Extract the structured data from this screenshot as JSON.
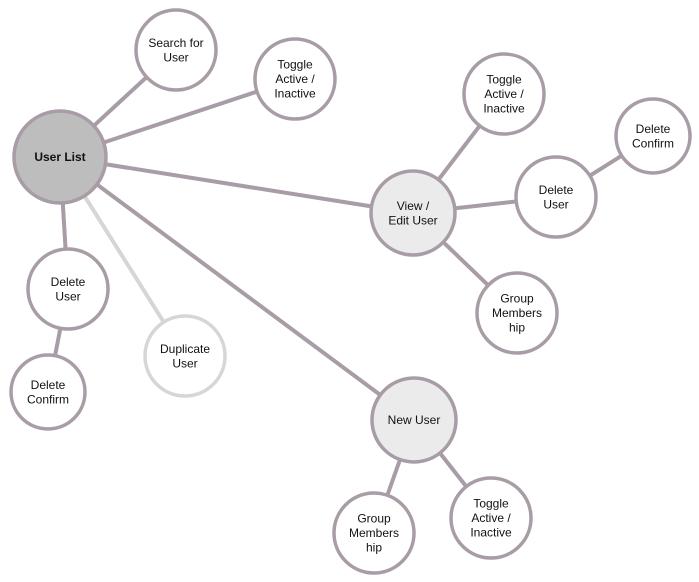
{
  "nodes": [
    {
      "id": "user-list",
      "lines": [
        "User List"
      ],
      "style": "root"
    },
    {
      "id": "search-user",
      "lines": [
        "Search for",
        "User"
      ],
      "style": "leaf"
    },
    {
      "id": "toggle-1",
      "lines": [
        "Toggle",
        "Active /",
        "Inactive"
      ],
      "style": "leaf"
    },
    {
      "id": "view-edit-user",
      "lines": [
        "View /",
        "Edit User"
      ],
      "style": "hub"
    },
    {
      "id": "toggle-2",
      "lines": [
        "Toggle",
        "Active /",
        "Inactive"
      ],
      "style": "leaf"
    },
    {
      "id": "delete-user-right",
      "lines": [
        "Delete",
        "User"
      ],
      "style": "leaf"
    },
    {
      "id": "delete-confirm-right",
      "lines": [
        "Delete",
        "Confirm"
      ],
      "style": "leaf"
    },
    {
      "id": "group-membership-right",
      "lines": [
        "Group",
        "Members",
        "hip"
      ],
      "style": "leaf"
    },
    {
      "id": "delete-user-left",
      "lines": [
        "Delete",
        "User"
      ],
      "style": "leaf"
    },
    {
      "id": "delete-confirm-left",
      "lines": [
        "Delete",
        "Confirm"
      ],
      "style": "leaf"
    },
    {
      "id": "duplicate-user",
      "lines": [
        "Duplicate",
        "User"
      ],
      "style": "faded"
    },
    {
      "id": "new-user",
      "lines": [
        "New User"
      ],
      "style": "hub"
    },
    {
      "id": "group-membership-bottom",
      "lines": [
        "Group",
        "Members",
        "hip"
      ],
      "style": "leaf"
    },
    {
      "id": "toggle-3",
      "lines": [
        "Toggle",
        "Active /",
        "Inactive"
      ],
      "style": "leaf"
    }
  ],
  "edges": [
    [
      "user-list",
      "search-user"
    ],
    [
      "user-list",
      "toggle-1"
    ],
    [
      "user-list",
      "view-edit-user"
    ],
    [
      "user-list",
      "delete-user-left"
    ],
    [
      "user-list",
      "duplicate-user",
      "faded"
    ],
    [
      "user-list",
      "new-user"
    ],
    [
      "view-edit-user",
      "toggle-2"
    ],
    [
      "view-edit-user",
      "delete-user-right"
    ],
    [
      "view-edit-user",
      "group-membership-right"
    ],
    [
      "delete-user-right",
      "delete-confirm-right"
    ],
    [
      "delete-user-left",
      "delete-confirm-left"
    ],
    [
      "new-user",
      "group-membership-bottom"
    ],
    [
      "new-user",
      "toggle-3"
    ]
  ],
  "colors": {
    "stroke": "#a89ca6",
    "root_fill": "#bdbdbd",
    "hub_fill": "#ebebeb",
    "faded": "#d6d6d6",
    "faded_text": "#b8d4dc"
  }
}
